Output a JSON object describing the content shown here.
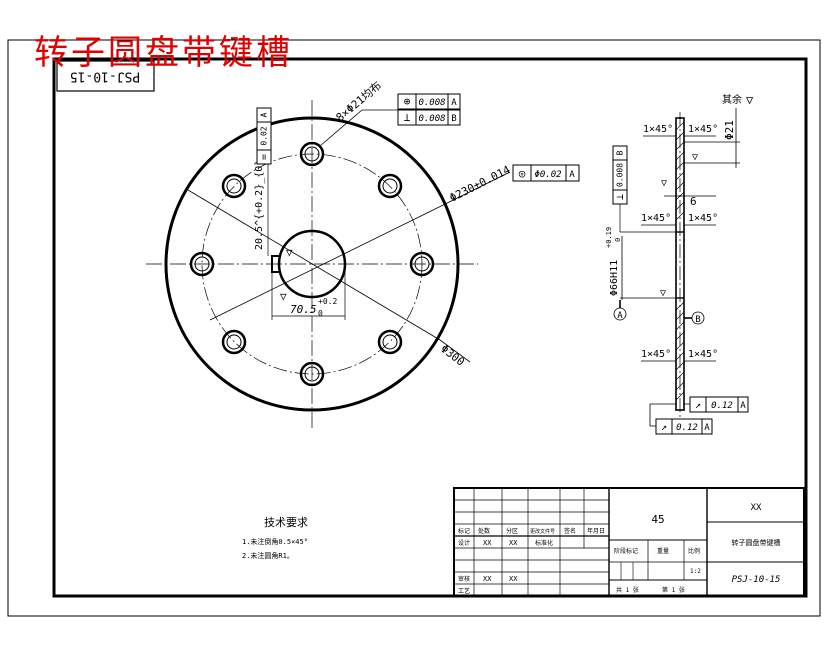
{
  "title": "转子圆盘带键槽",
  "drawing_code_rotated": "PSJ-10-15",
  "front_view": {
    "holes_note": "8×Φ21均布",
    "keyway_width": "20.5^{+0.2}_{0}",
    "keyway_label_prefix": "20",
    "keyway_dim": "70.5",
    "keyway_dim_tol": "+0.2",
    "keyway_dim_tol_low": "0",
    "pitch_circle": "Φ230±0.014",
    "outer_diameter": "Φ300",
    "roughness_symbol": "▽"
  },
  "gdt": {
    "position": {
      "symbol": "⊕",
      "value": "0.008",
      "datum": "A"
    },
    "perp": {
      "symbol": "⊥",
      "value": "0.008",
      "datum": "B"
    },
    "concentric": {
      "symbol": "◎",
      "value": "Φ0.02",
      "datum": "A"
    },
    "left_vertical": {
      "symbol": "=",
      "value": "0.02",
      "datum": "A"
    },
    "side_vertical": {
      "symbol": "⊥",
      "value": "0.008",
      "datum": "B"
    },
    "runout_top": {
      "symbol": "↗",
      "value": "0.12",
      "datum": "A"
    },
    "runout_bottom": {
      "symbol": "↗",
      "value": "0.12",
      "datum": "A"
    }
  },
  "side_view": {
    "chamfer": "1×45°",
    "hub_dia": "Φ21",
    "thickness": "6",
    "bore": "Φ66H11",
    "bore_tol": "+0.19",
    "bore_tol_low": "0",
    "datum_a": "A",
    "datum_b": "B",
    "rest_roughness": "其余"
  },
  "tech_requirements": {
    "heading": "技术要求",
    "items": [
      "1.未注倒角0.5×45°",
      "2.未注圆角R1。"
    ]
  },
  "title_block": {
    "material": "45",
    "company": "XX",
    "part_name": "转子圆盘带键槽",
    "drawing_no": "PSJ-10-15",
    "header_cells": [
      "标记",
      "处数",
      "分区",
      "更改文件号",
      "签名",
      "年月日"
    ],
    "design_row": [
      "设计",
      "XX",
      "XX",
      "标准化"
    ],
    "review_row": [
      "审核",
      "XX",
      "XX"
    ],
    "process_row": [
      "工艺"
    ],
    "stage_label": "阶段标记",
    "weight_label": "重量",
    "scale_label": "比例",
    "scale_value": "1:2",
    "sheets_total": "共 1 张",
    "sheet_no": "第 1 张"
  }
}
